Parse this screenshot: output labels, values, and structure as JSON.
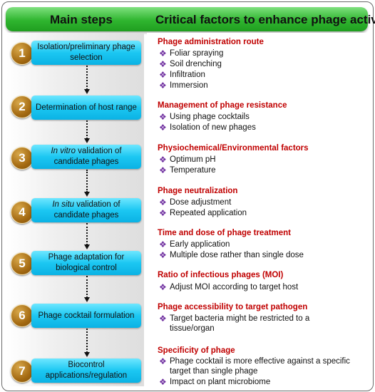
{
  "headers": {
    "left": "Main steps",
    "right": "Critical factors to enhance phage activity"
  },
  "steps": [
    {
      "number": "1",
      "pre": "",
      "em": "",
      "label": "Isolation/preliminary phage selection"
    },
    {
      "number": "2",
      "pre": "",
      "em": "",
      "label": "Determination of host range"
    },
    {
      "number": "3",
      "pre": "",
      "em": "In vitro",
      "label": " validation of candidate phages"
    },
    {
      "number": "4",
      "pre": "",
      "em": "In situ",
      "label": " validation of candidate phages"
    },
    {
      "number": "5",
      "pre": "",
      "em": "",
      "label": "Phage adaptation for biological control"
    },
    {
      "number": "6",
      "pre": "",
      "em": "",
      "label": "Phage cocktail formulation"
    },
    {
      "number": "7",
      "pre": "",
      "em": "",
      "label": "Biocontrol applications/regulation"
    }
  ],
  "factors": [
    {
      "title": "Phage administration route",
      "items": [
        "Foliar spraying",
        "Soil drenching",
        "Infiltration",
        "Immersion"
      ]
    },
    {
      "title": "Management of phage resistance",
      "items": [
        "Using phage cocktails",
        "Isolation of new phages"
      ]
    },
    {
      "title": "Physiochemical/Environmental factors",
      "items": [
        "Optimum pH",
        "Temperature"
      ]
    },
    {
      "title": "Phage neutralization",
      "items": [
        "Dose adjustment",
        "Repeated application"
      ]
    },
    {
      "title": "Time and dose of phage treatment",
      "items": [
        "Early application",
        "Multiple dose rather than single dose"
      ]
    },
    {
      "title": "Ratio of infectious phages (MOI)",
      "items": [
        "Adjust MOI according to target host"
      ]
    },
    {
      "title": "Phage accessibility to target pathogen",
      "items": [
        "Target bacteria might be restricted to a tissue/organ"
      ]
    },
    {
      "title": "Specificity of phage",
      "items": [
        "Phage cocktail is more effective against a specific target than single phage",
        "Impact on plant microbiome"
      ]
    }
  ],
  "bullet_icon": "diamond-cluster-icon",
  "bullet_glyph": "❖",
  "colors": {
    "header_green": "#2fb52f",
    "step_box_cyan": "#1cc7f2",
    "circle_brown": "#a46a12",
    "factor_title_red": "#c00000",
    "bullet_purple": "#7030a0"
  }
}
